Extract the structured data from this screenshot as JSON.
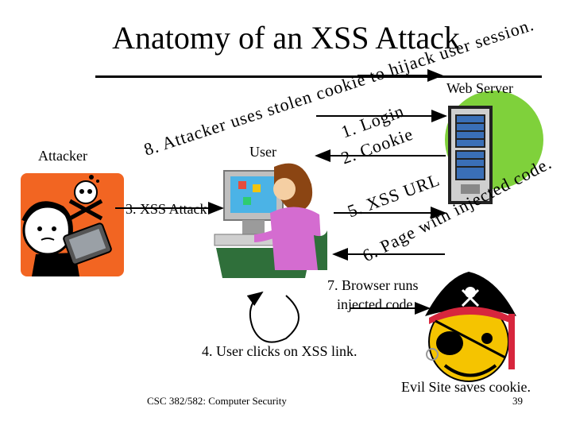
{
  "slide": {
    "title": "Anatomy of an XSS Attack"
  },
  "actors": {
    "attacker": "Attacker",
    "user": "User",
    "web_server": "Web Server"
  },
  "steps": {
    "step1": "1. Login",
    "step2": "2. Cookie",
    "step3": "3. XSS Attack",
    "step4": "4. User clicks on XSS link.",
    "step5": "5. XSS URL",
    "step6": "6. Page with injected code.",
    "step7_line1": "7. Browser runs",
    "step7_line2": "injected code.",
    "step8": "8. Attacker uses stolen cookie to hijack user session.",
    "evil_site": "Evil Site saves cookie."
  },
  "footer": {
    "course": "CSC 382/582: Computer Security",
    "page": "39"
  }
}
